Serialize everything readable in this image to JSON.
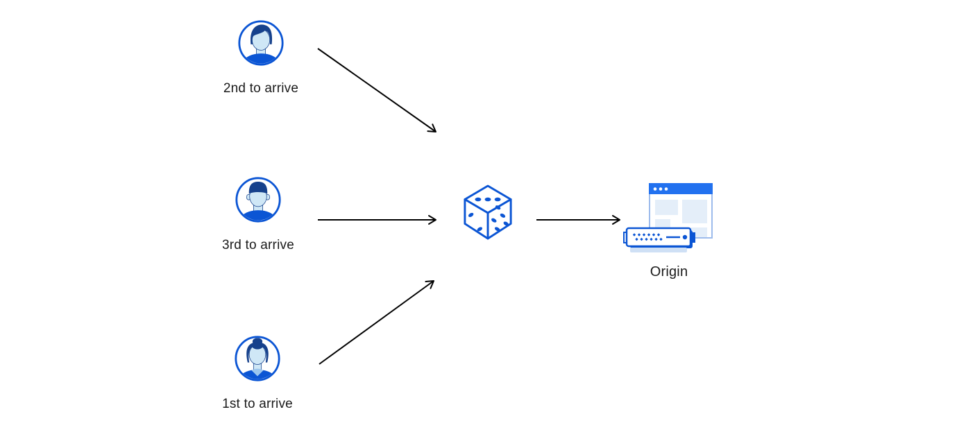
{
  "diagram": {
    "description": "Three users arrive in sequence; requests pass through a random-selection die to a single origin."
  },
  "nodes": {
    "user_second": {
      "label": "2nd to arrive",
      "icon": "man-swept-hair-avatar"
    },
    "user_third": {
      "label": "3rd to arrive",
      "icon": "man-short-hair-avatar"
    },
    "user_first": {
      "label": "1st to arrive",
      "icon": "woman-bun-avatar"
    },
    "die": {
      "icon": "dice"
    },
    "origin": {
      "label": "Origin",
      "icon": "origin-server-browser"
    }
  },
  "arrows": [
    {
      "from": "user_second",
      "to": "die"
    },
    {
      "from": "user_third",
      "to": "die"
    },
    {
      "from": "user_first",
      "to": "die"
    },
    {
      "from": "die",
      "to": "origin"
    }
  ],
  "colors": {
    "primary": "#0b55d4",
    "navy": "#16418c",
    "face": "#cfe7f6",
    "header": "#2271ef",
    "lightfill": "#e4eef9",
    "base": "#cfe0f5",
    "collar": "#9cc6ee",
    "window_border": "#9dbbec",
    "arrow": "#000000",
    "text": "#1a1a1a"
  }
}
